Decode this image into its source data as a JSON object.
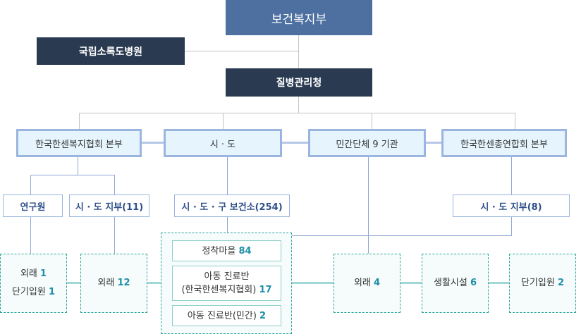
{
  "org_chart": {
    "ministry": "보건복지부",
    "hospital": "국립소록도병원",
    "agency": "질병관리청",
    "level2": [
      {
        "label": "한국한센복지협회 본부"
      },
      {
        "label": "시 · 도"
      },
      {
        "label": "민간단체 9 기관"
      },
      {
        "label": "한국한센총연합회 본부"
      }
    ],
    "level3": {
      "research": "연구원",
      "branch_kl": "시 · 도 지부(11)",
      "health_center": "시 · 도 · 구 보건소(254)",
      "branch_kf": "시 · 도 지부(8)"
    },
    "facilities": {
      "research_outpatient_label": "외래",
      "research_outpatient_count": "1",
      "research_shortstay_label": "단기입원",
      "research_shortstay_count": "1",
      "branch_outpatient_label": "외래",
      "branch_outpatient_count": "12",
      "settlement_label": "정착마을",
      "settlement_count": "84",
      "child_clinic_kl_line1": "아동 진료반",
      "child_clinic_kl_line2": "(한국한센복지협회)",
      "child_clinic_kl_count": "17",
      "child_clinic_private_label": "아동 진료반(민간)",
      "child_clinic_private_count": "2",
      "private_outpatient_label": "외래",
      "private_outpatient_count": "4",
      "living_facility_label": "생활시설",
      "living_facility_count": "6",
      "kf_shortstay_label": "단기입원",
      "kf_shortstay_count": "2"
    }
  }
}
